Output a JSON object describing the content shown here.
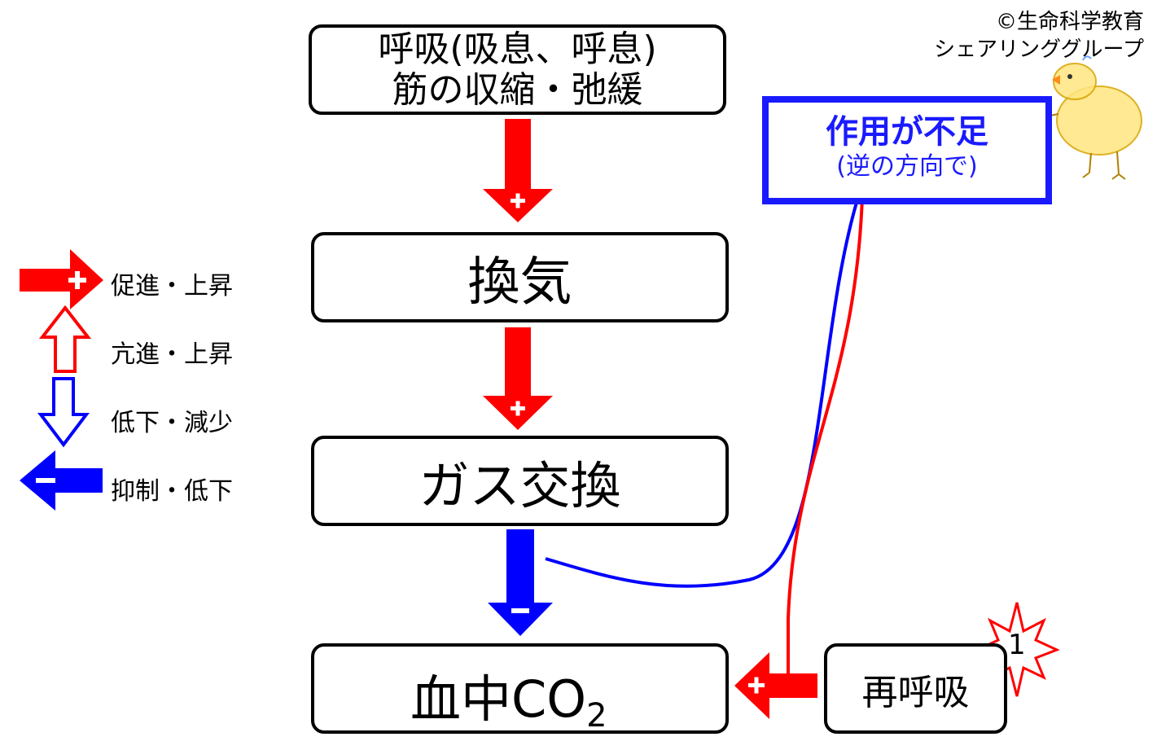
{
  "copyright": {
    "line1": "©生命科学教育",
    "line2": "シェアリンググループ"
  },
  "nodes": {
    "respiration": {
      "line1": "呼吸(吸息、呼息)",
      "line2": "筋の収縮・弛緩"
    },
    "ventilation": "換気",
    "gas_exchange": "ガス交換",
    "blood_co2": {
      "text": "血中CO",
      "subscript": "2"
    },
    "rebreathing": "再呼吸"
  },
  "effect_box": {
    "title": "作用が不足",
    "subtitle": "(逆の方向で)"
  },
  "star_number": "1",
  "legend": [
    {
      "label": "促進・上昇",
      "icon": "red-filled-right-arrow-plus"
    },
    {
      "label": "亢進・上昇",
      "icon": "red-outline-up-arrow"
    },
    {
      "label": "低下・減少",
      "icon": "blue-outline-down-arrow"
    },
    {
      "label": "抑制・低下",
      "icon": "blue-filled-left-arrow-minus"
    }
  ],
  "colors": {
    "promote": "#ff0000",
    "inhibit": "#0000ff",
    "effect_border": "#1a1aff",
    "box_border": "#000000"
  }
}
